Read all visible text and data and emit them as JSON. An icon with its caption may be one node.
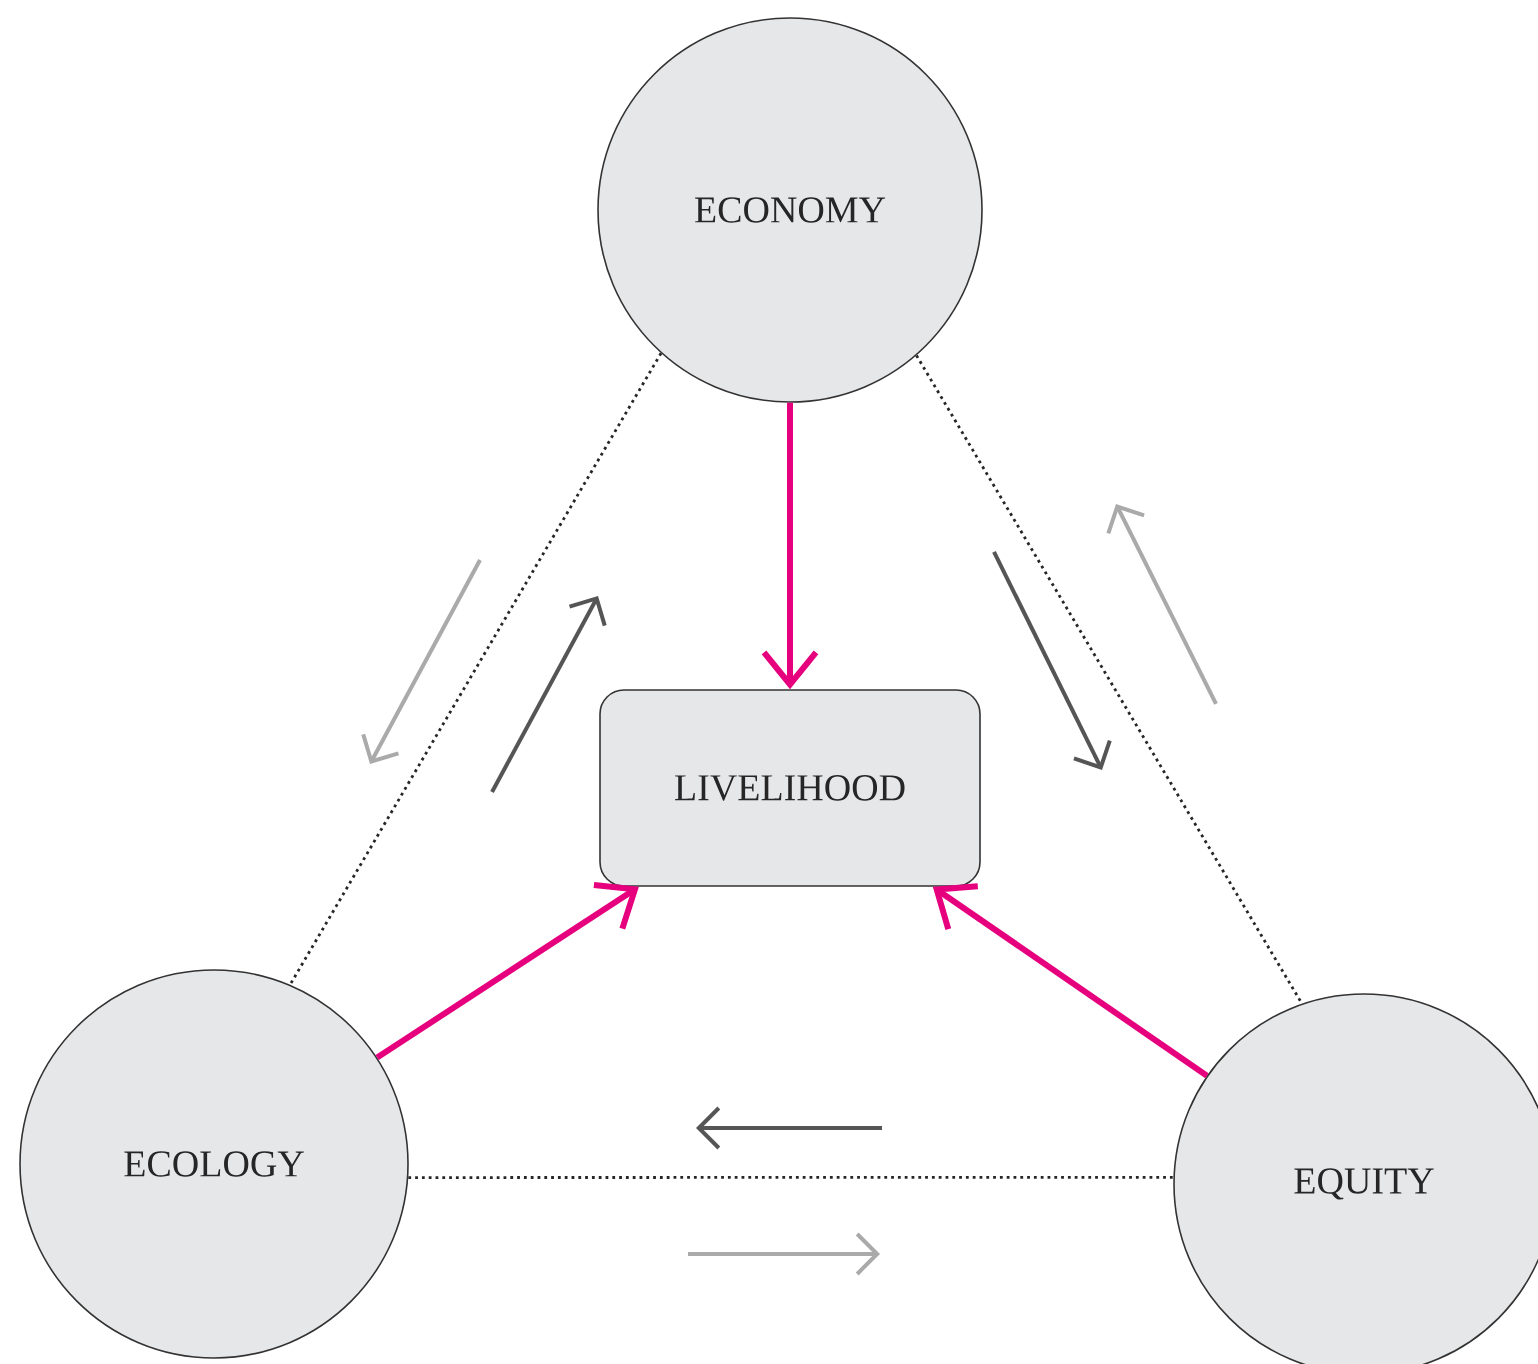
{
  "diagram": {
    "nodes": [
      {
        "text": [
          "ECONOMY"
        ]
      },
      {
        "text": [
          "LIVELIHOOD"
        ]
      },
      {
        "text": [
          "ECOLOGY"
        ]
      },
      {
        "text": [
          "EQUITY"
        ]
      }
    ],
    "edges": [
      {
        "from": 0,
        "to": 1,
        "arrow": "to",
        "style": "thick",
        "color": "#e6007e"
      },
      {
        "from": 2,
        "to": 1,
        "arrow": "to",
        "style": "thick",
        "color": "#e6007e"
      },
      {
        "from": 3,
        "to": 1,
        "arrow": "to",
        "style": "thick",
        "color": "#e6007e"
      },
      {
        "from": 0,
        "to": 2,
        "arrow": "none",
        "style": "dashed",
        "color": "#262626"
      },
      {
        "from": 0,
        "to": 3,
        "arrow": "none",
        "style": "dashed",
        "color": "#262626"
      },
      {
        "from": 2,
        "to": 3,
        "arrow": "none",
        "style": "dashed",
        "color": "#262626"
      }
    ]
  }
}
